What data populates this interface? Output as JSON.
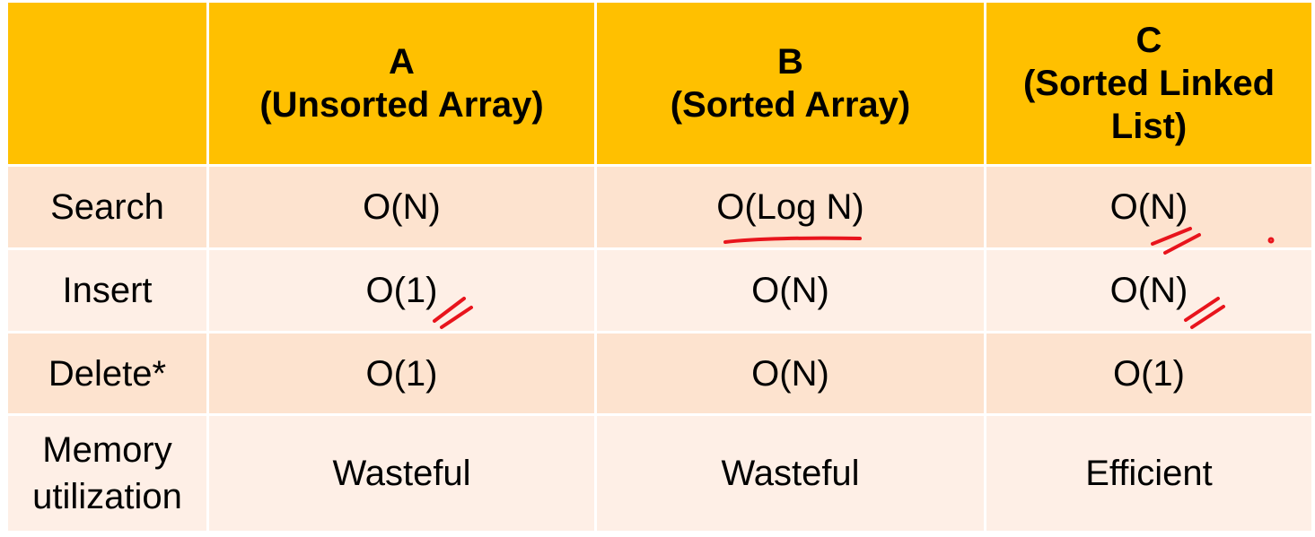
{
  "header": {
    "corner": "",
    "col_a": [
      "A",
      "(Unsorted Array)"
    ],
    "col_b": [
      "B",
      "(Sorted Array)"
    ],
    "col_c": [
      "C",
      "(Sorted Linked",
      "List)"
    ]
  },
  "rows": [
    {
      "label": [
        "Search"
      ],
      "a": "O(N)",
      "b": "O(Log N)",
      "c": "O(N)"
    },
    {
      "label": [
        "Insert"
      ],
      "a": "O(1)",
      "b": "O(N)",
      "c": "O(N)"
    },
    {
      "label": [
        "Delete*"
      ],
      "a": "O(1)",
      "b": "O(N)",
      "c": "O(1)"
    },
    {
      "label": [
        "Memory",
        "utilization"
      ],
      "a": "Wasteful",
      "b": "Wasteful",
      "c": "Efficient"
    }
  ],
  "colors": {
    "header_bg": "#ffc000",
    "row_odd_bg": "#fde3cf",
    "row_even_bg": "#feefe6",
    "annotation_ink": "#e8141c"
  }
}
